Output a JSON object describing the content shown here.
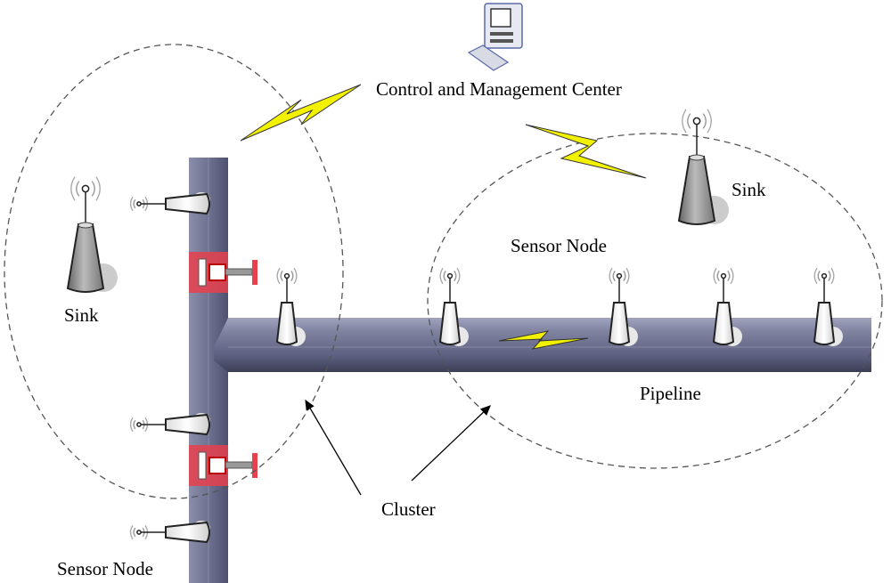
{
  "labels": {
    "control_center": "Control and Management Center",
    "sink_left": "Sink",
    "sink_right": "Sink",
    "sensor_node_top": "Sensor Node",
    "sensor_node_bottom": "Sensor Node",
    "pipeline": "Pipeline",
    "cluster": "Cluster"
  },
  "colors": {
    "pipe": "#6e7090",
    "valve": "#e8404c",
    "lightning": "#f2f200",
    "cluster_outline": "#555555"
  },
  "icons": [
    "computer-icon",
    "sink-antenna-icon",
    "sensor-node-icon",
    "valve-icon",
    "lightning-icon",
    "arrow-icon"
  ]
}
